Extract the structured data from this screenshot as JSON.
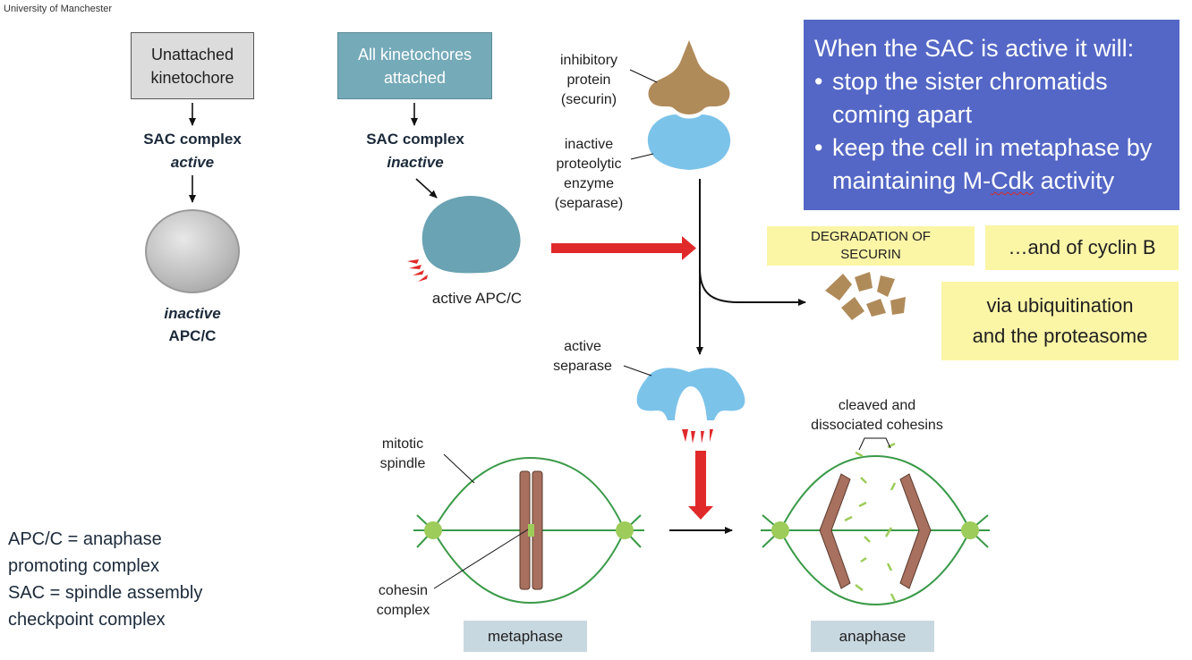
{
  "header": {
    "source": "University of Manchester"
  },
  "left_flow": {
    "box": "Unattached kinetochore",
    "sac_label": "SAC complex",
    "sac_state": "active",
    "apc_state": "inactive",
    "apc_label": "APC/C"
  },
  "mid_flow": {
    "box": "All kinetochores attached",
    "sac_label": "SAC complex",
    "sac_state": "inactive",
    "apc_label": "active APC/C"
  },
  "separase_flow": {
    "inhibitory_label": [
      "inhibitory",
      "protein",
      "(securin)"
    ],
    "inactive_label": [
      "inactive",
      "proteolytic",
      "enzyme",
      "(separase)"
    ],
    "active_label": [
      "active",
      "separase"
    ],
    "cleaved_label": [
      "cleaved and",
      "dissociated cohesins"
    ],
    "spindle_label": [
      "mitotic",
      "spindle"
    ],
    "cohesin_label": [
      "cohesin",
      "complex"
    ],
    "metaphase": "metaphase",
    "anaphase": "anaphase"
  },
  "sac_panel": {
    "title": "When the SAC is active it will:",
    "bullet1_line1": "stop the sister chromatids",
    "bullet1_line2": "coming apart",
    "bullet2_line1": "keep the cell in metaphase by",
    "bullet2_line2_pre": "maintaining M-",
    "bullet2_line2_flag": "Cdk",
    "bullet2_line2_post": " activity"
  },
  "notes": {
    "degradation": [
      "DEGRADATION OF",
      "SECURIN"
    ],
    "cyclin": "…and of cyclin B",
    "ubiquitin": [
      "via ubiquitination",
      "and the proteasome"
    ]
  },
  "definitions": [
    "APC/C = anaphase",
    "promoting complex",
    "SAC = spindle assembly",
    "checkpoint complex"
  ],
  "colors": {
    "sac_panel": "#5467c6",
    "teal_box": "#75aab8",
    "gray_box": "#dcdcdc",
    "yellow_note": "#fbf5a6",
    "securin": "#b08b5a",
    "separase": "#7cc3ea",
    "apc_active": "#6aa3b3",
    "red_arrow": "#e02a2a",
    "spindle": "#3a9a48",
    "pole": "#9dcc5a",
    "chromosome": "#a8705e",
    "stage_label": "#c8d8e0"
  }
}
